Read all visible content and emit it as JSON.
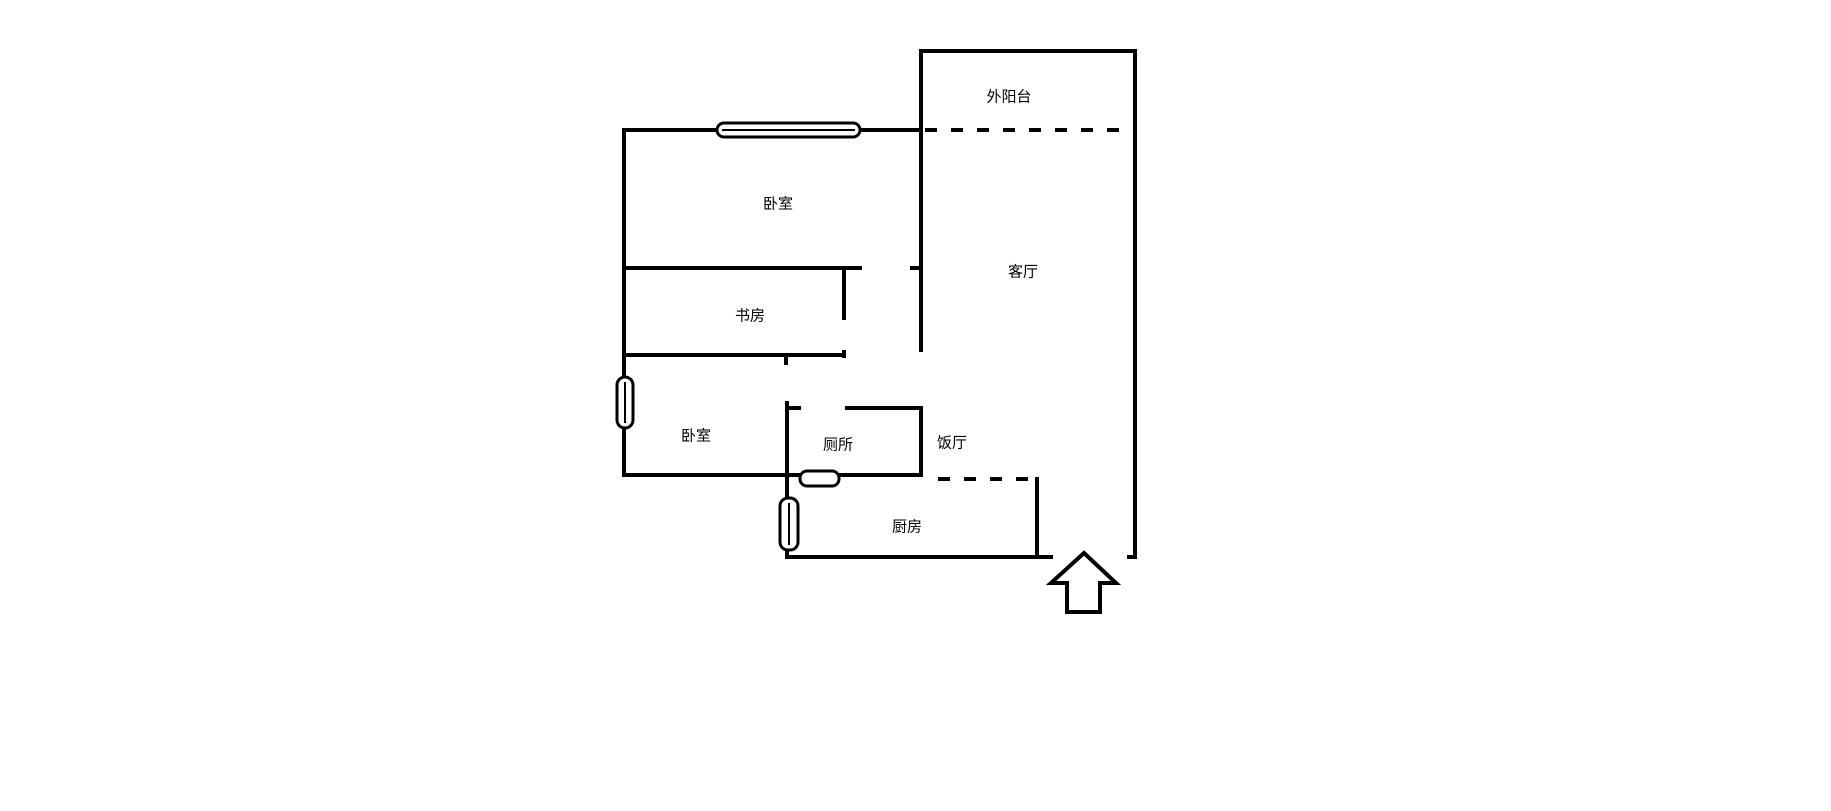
{
  "floor_plan": {
    "rooms": {
      "balcony": "外阳台",
      "bedroom_top": "卧室",
      "living_room": "客厅",
      "study": "书房",
      "bedroom_bottom": "卧室",
      "toilet": "厕所",
      "dining_room": "饭厅",
      "kitchen": "厨房"
    },
    "entrance_icon": "arrow-up-icon",
    "window_icon": "window-icon"
  }
}
